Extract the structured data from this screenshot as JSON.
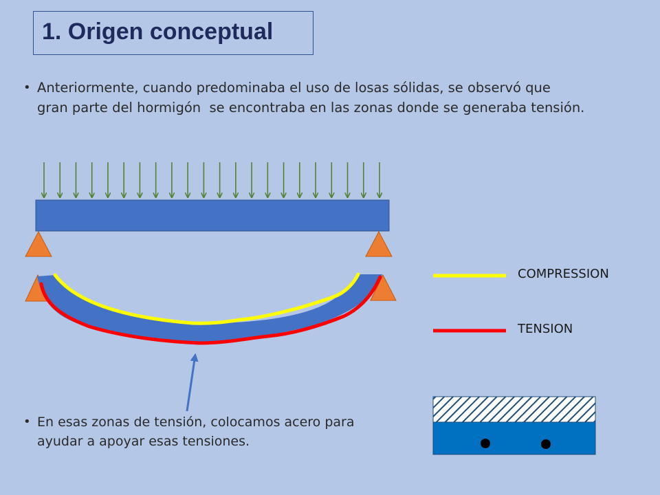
{
  "slide": {
    "title": "1. Origen conceptual",
    "bullet_symbol": "•",
    "intro_line1": "Anteriormente, cuando predominaba el uso de losas sólidas, se observó que",
    "intro_line2": "gran parte del hormigón  se encontraba en las zonas donde se generaba tensión.",
    "note_line1": "En esas zonas de tensión, colocamos acero para",
    "note_line2": "ayudar a apoyar esas tensiones."
  },
  "legend": {
    "compression_label": "COMPRESSION",
    "tension_label": "TENSION"
  },
  "colors": {
    "background": "#b4c7e7",
    "beam": "#4472c4",
    "load_arrow": "#548235",
    "support": "#ed7d31",
    "compression": "#ffff00",
    "tension": "#ff0000",
    "pointer_arrow": "#4472c4",
    "section_fill": "#0070c0"
  },
  "diagram": {
    "load_arrow_count": 22,
    "rebar_count": 2
  }
}
